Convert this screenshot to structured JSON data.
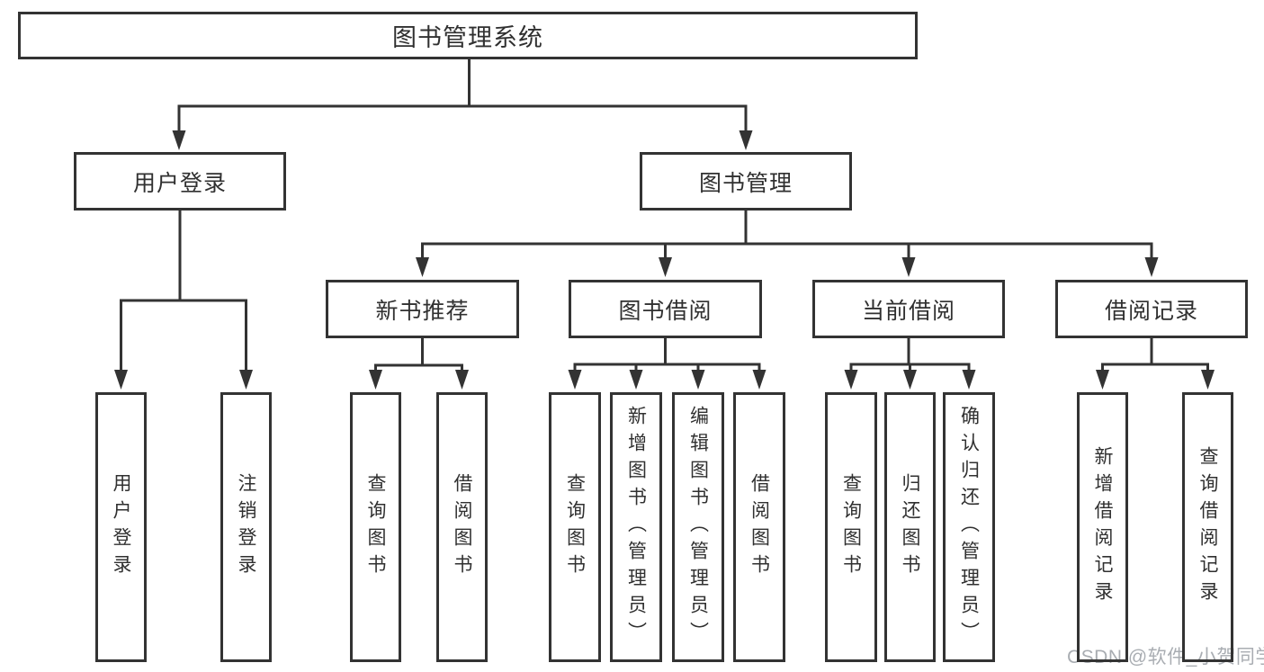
{
  "nodes": {
    "root": {
      "label": "图书管理系统"
    },
    "level2": [
      {
        "label": "用户登录"
      },
      {
        "label": "图书管理"
      }
    ],
    "level3": [
      {
        "label": "新书推荐"
      },
      {
        "label": "图书借阅"
      },
      {
        "label": "当前借阅"
      },
      {
        "label": "借阅记录"
      }
    ],
    "leaves": {
      "user_login": [
        {
          "label": "用户登录"
        },
        {
          "label": "注销登录"
        }
      ],
      "new_book_recommend": [
        {
          "label": "查询图书"
        },
        {
          "label": "借阅图书"
        }
      ],
      "book_borrowing": [
        {
          "label": "查询图书"
        },
        {
          "label": "新增图书（管理员）"
        },
        {
          "label": "编辑图书（管理员）"
        },
        {
          "label": "借阅图书"
        }
      ],
      "current_borrowing": [
        {
          "label": "查询图书"
        },
        {
          "label": "归还图书"
        },
        {
          "label": "确认归还（管理员）"
        }
      ],
      "borrowing_records": [
        {
          "label": "新增借阅记录"
        },
        {
          "label": "查询借阅记录"
        }
      ]
    }
  },
  "watermark": {
    "text": "CSDN @软件_小贺同学"
  },
  "colors": {
    "line": "#333333",
    "text": "#303030",
    "background": "#ffffff",
    "watermark": "#a9adb2"
  }
}
